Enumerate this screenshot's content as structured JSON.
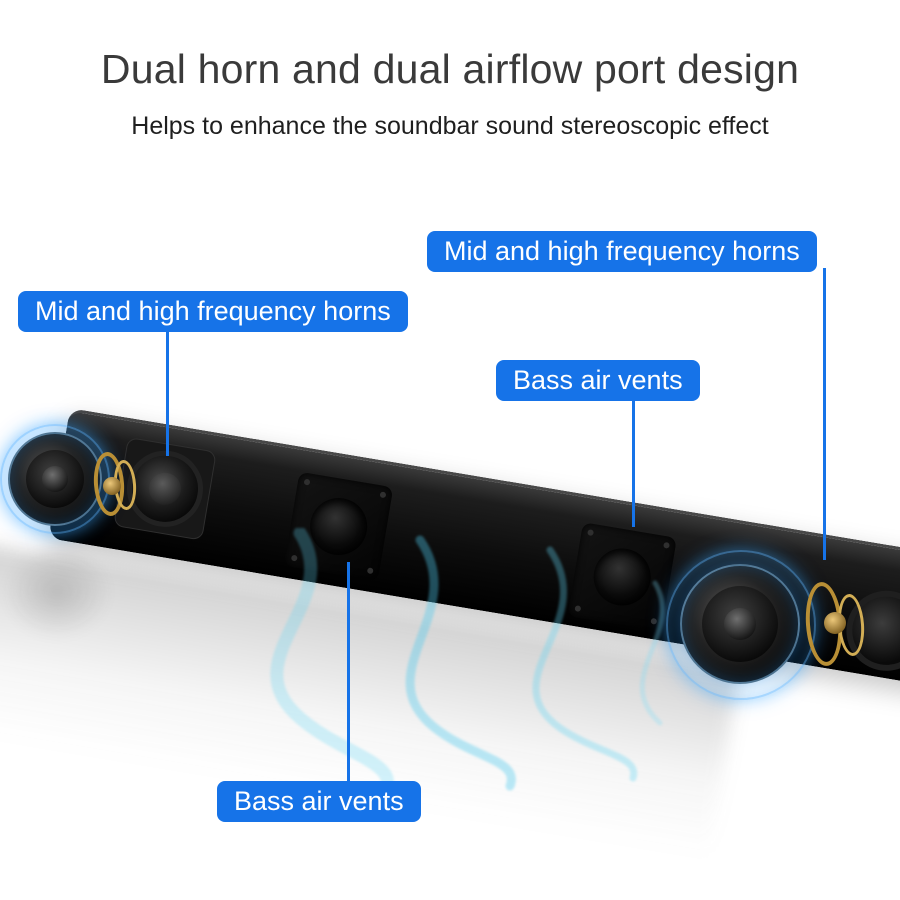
{
  "header": {
    "title": "Dual horn and dual airflow port design",
    "subtitle": "Helps to enhance the soundbar sound stereoscopic effect"
  },
  "callouts": {
    "horns_right": "Mid and high frequency horns",
    "horns_left": "Mid and high frequency horns",
    "vents_top": "Bass air vents",
    "vents_bottom": "Bass air vents"
  },
  "colors": {
    "callout_bg": "#1673e8",
    "callout_text": "#ffffff",
    "title": "#3a3a3a",
    "glow_blue": "#35b6ff",
    "gold": "#b98f35"
  }
}
